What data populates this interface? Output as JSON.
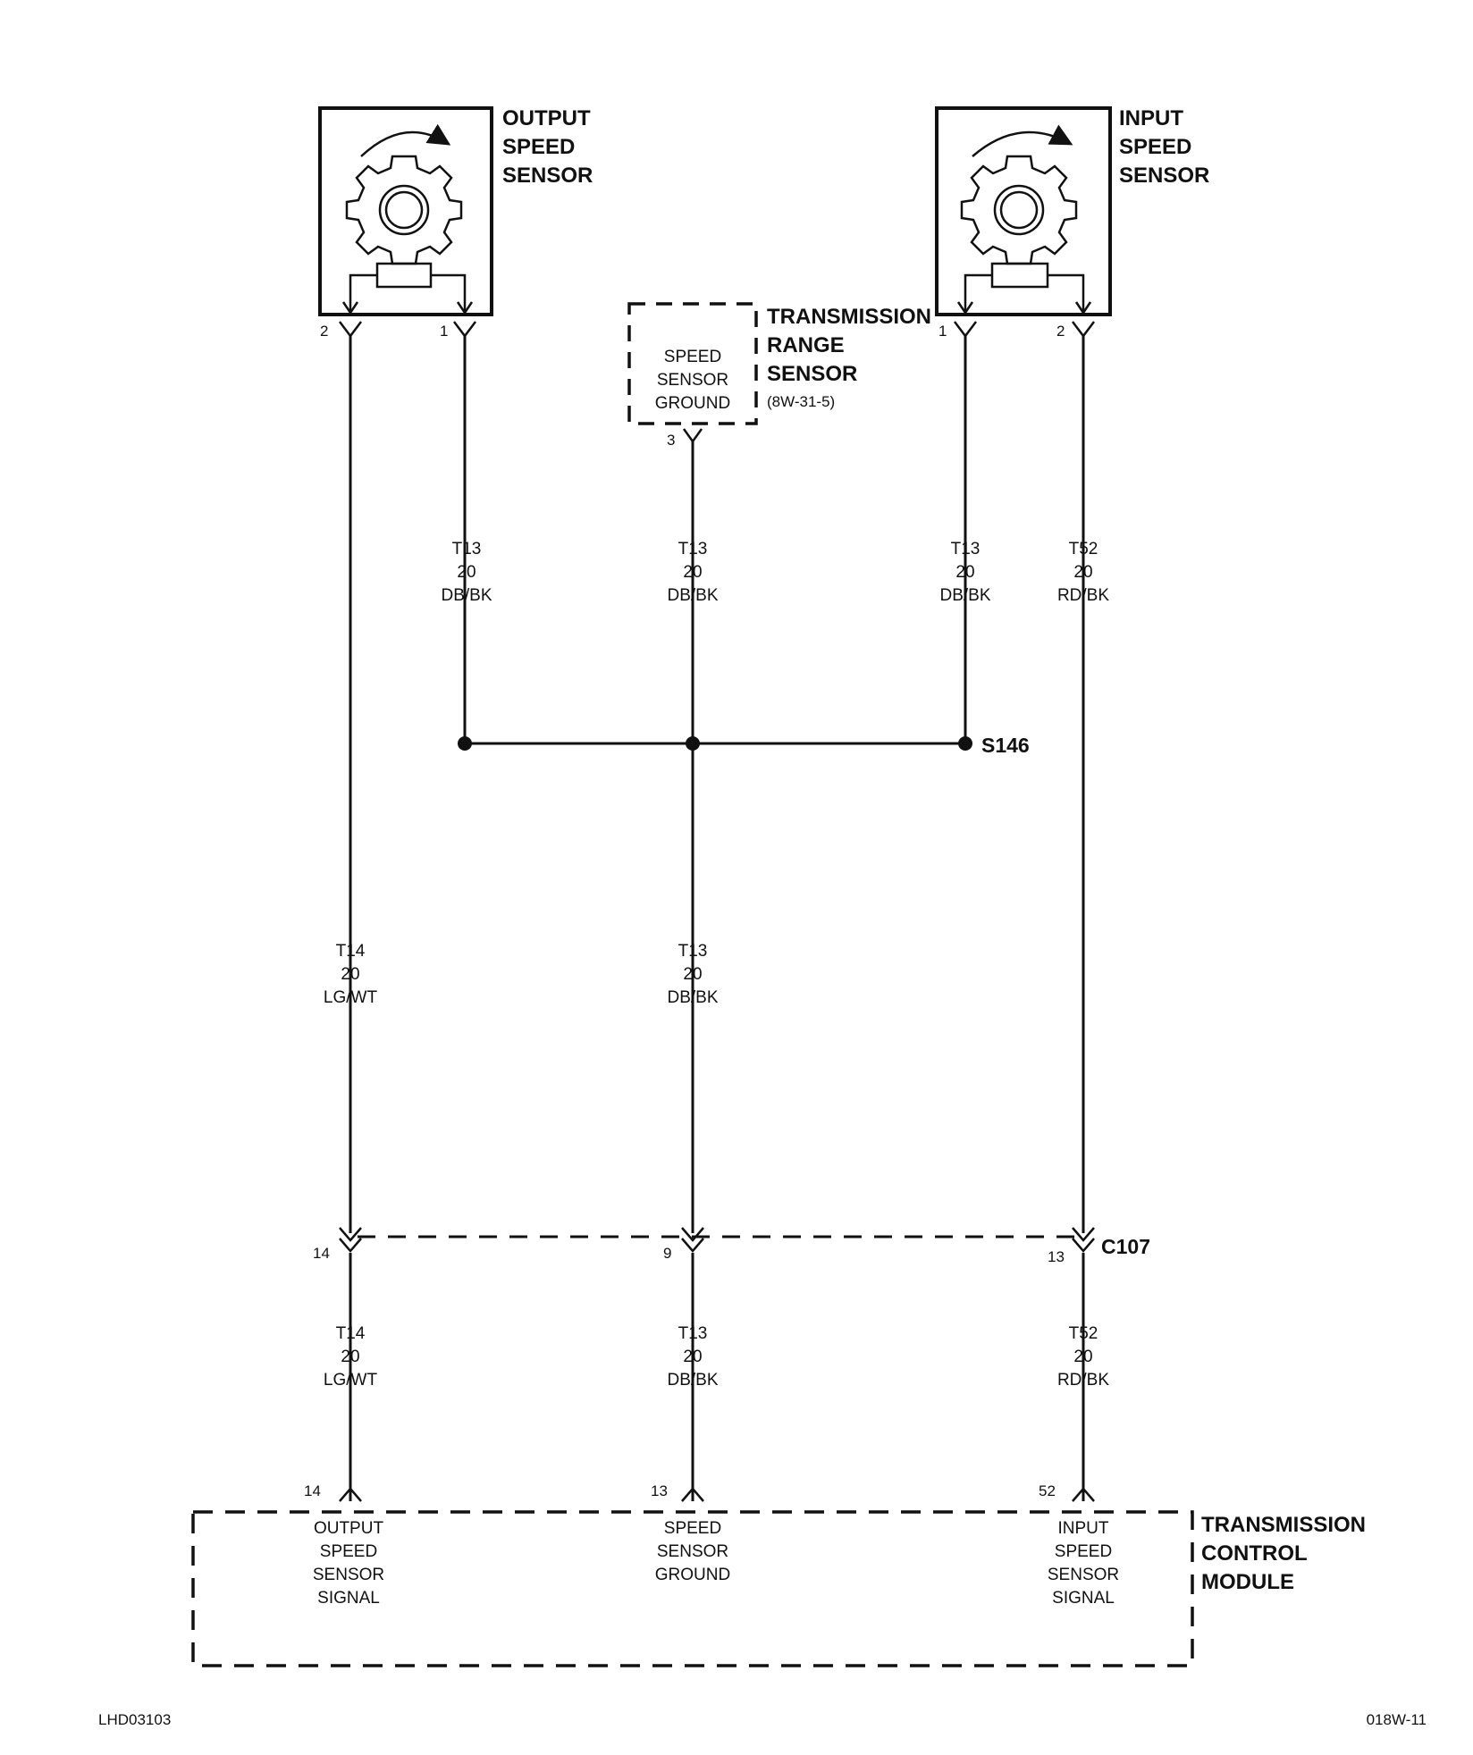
{
  "output_speed_sensor": {
    "title_lines": [
      "OUTPUT",
      "SPEED",
      "SENSOR"
    ],
    "pins": [
      "2",
      "1"
    ]
  },
  "input_speed_sensor": {
    "title_lines": [
      "INPUT",
      "SPEED",
      "SENSOR"
    ],
    "pins": [
      "1",
      "2"
    ]
  },
  "transmission_range_sensor": {
    "title_lines": [
      "TRANSMISSION",
      "RANGE",
      "SENSOR"
    ],
    "reference": "(8W-31-5)",
    "function_lines": [
      "SPEED",
      "SENSOR",
      "GROUND"
    ],
    "pin": "3"
  },
  "wires_upper": {
    "w1": [
      "T13",
      "20",
      "DB/BK"
    ],
    "w2": [
      "T13",
      "20",
      "DB/BK"
    ],
    "w3": [
      "T13",
      "20",
      "DB/BK"
    ],
    "w4": [
      "T52",
      "20",
      "RD/BK"
    ]
  },
  "splice": {
    "name": "S146"
  },
  "wires_middle": {
    "w1": [
      "T14",
      "20",
      "LG/WT"
    ],
    "w2": [
      "T13",
      "20",
      "DB/BK"
    ]
  },
  "connector": {
    "name": "C107",
    "pins": [
      "14",
      "9",
      "13"
    ]
  },
  "wires_lower": {
    "w1": [
      "T14",
      "20",
      "LG/WT"
    ],
    "w2": [
      "T13",
      "20",
      "DB/BK"
    ],
    "w3": [
      "T52",
      "20",
      "RD/BK"
    ]
  },
  "tcm": {
    "title_lines": [
      "TRANSMISSION",
      "CONTROL",
      "MODULE"
    ],
    "pins": [
      "14",
      "13",
      "52"
    ],
    "functions": [
      [
        "OUTPUT",
        "SPEED",
        "SENSOR",
        "SIGNAL"
      ],
      [
        "SPEED",
        "SENSOR",
        "GROUND"
      ],
      [
        "INPUT",
        "SPEED",
        "SENSOR",
        "SIGNAL"
      ]
    ]
  },
  "footer": {
    "left_code": "LHD03103",
    "right_code": "018W-11"
  }
}
